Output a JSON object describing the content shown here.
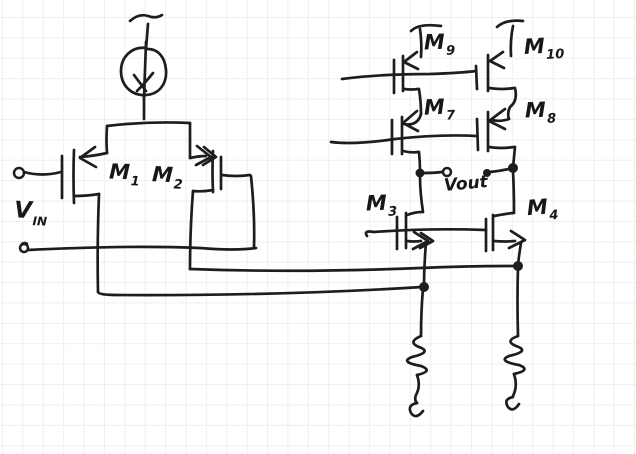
{
  "canvas": {
    "paper_color": "#ffffff",
    "grid_line_color": "#efeff1",
    "ink_color": "#1d1d1f"
  },
  "labels": {
    "m1": {
      "base": "M",
      "sub": "1"
    },
    "m2": {
      "base": "M",
      "sub": "2"
    },
    "m3": {
      "base": "M",
      "sub": "3"
    },
    "m4": {
      "base": "M",
      "sub": "4"
    },
    "m7": {
      "base": "M",
      "sub": "7"
    },
    "m8": {
      "base": "M",
      "sub": "8"
    },
    "m9": {
      "base": "M",
      "sub": "9"
    },
    "m10": {
      "base": "M",
      "sub": "10"
    },
    "vin": {
      "base": "V",
      "sub": "IN"
    },
    "vout": {
      "text": "Vout"
    }
  },
  "schematic": {
    "kind": "hand-drawn transistor amplifier schematic on grid paper",
    "devices": [
      "M1",
      "M2",
      "M3",
      "M4",
      "M7",
      "M8",
      "M9",
      "M10"
    ],
    "symbols": [
      "tail-current-source",
      "vdd-tick-m9",
      "vdd-tick-m10",
      "resistor-left",
      "resistor-right",
      "ground-hook-left",
      "ground-hook-right",
      "input-terminal-top",
      "input-terminal-bottom",
      "output-terminal"
    ]
  }
}
